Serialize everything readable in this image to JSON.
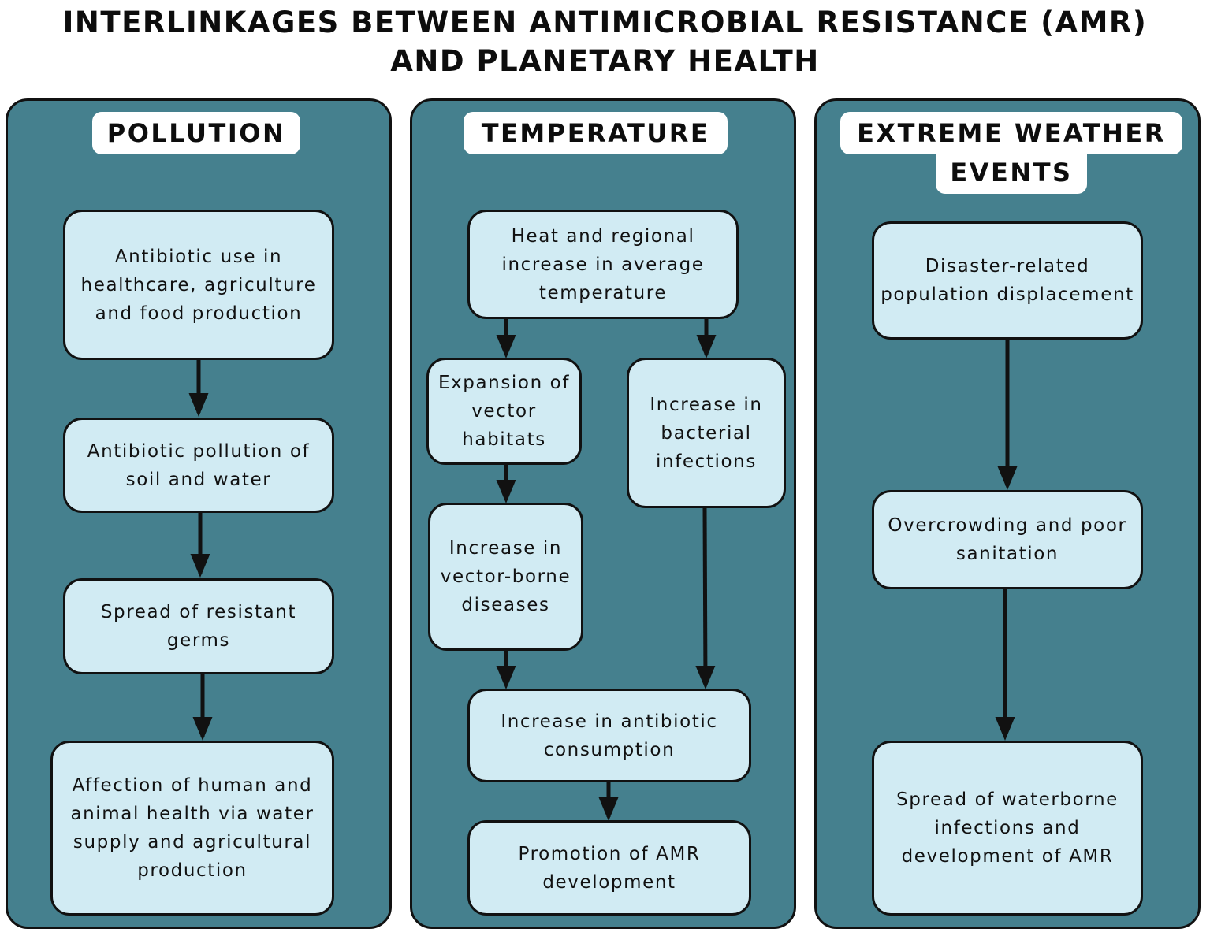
{
  "title": {
    "line1": "INTERLINKAGES BETWEEN ANTIMICROBIAL RESISTANCE (AMR)",
    "line2": "AND PLANETARY HEALTH"
  },
  "columns": {
    "pollution": {
      "heading": "POLLUTION",
      "boxes": [
        "Antibiotic use in healthcare, agriculture and food production",
        "Antibiotic pollution of soil and water",
        "Spread of resistant germs",
        "Affection of human and animal health via water supply and agricultural production"
      ]
    },
    "temperature": {
      "heading": "TEMPERATURE",
      "boxes": {
        "heat": "Heat and regional increase in average temperature",
        "vector_habitats": "Expansion of vector habitats",
        "bacterial": "Increase in bacterial infections",
        "vector_diseases": "Increase in vector-borne diseases",
        "antibiotic_consumption": "Increase in antibiotic consumption",
        "amr": "Promotion of AMR development"
      }
    },
    "weather": {
      "heading_line1": "EXTREME WEATHER",
      "heading_line2": "EVENTS",
      "boxes": [
        "Disaster-related population displacement",
        "Overcrowding and poor sanitation",
        "Spread of waterborne infections and development of AMR"
      ]
    }
  },
  "colors": {
    "panel": "#45808e",
    "box": "#d1ebf3",
    "outline": "#111111"
  }
}
